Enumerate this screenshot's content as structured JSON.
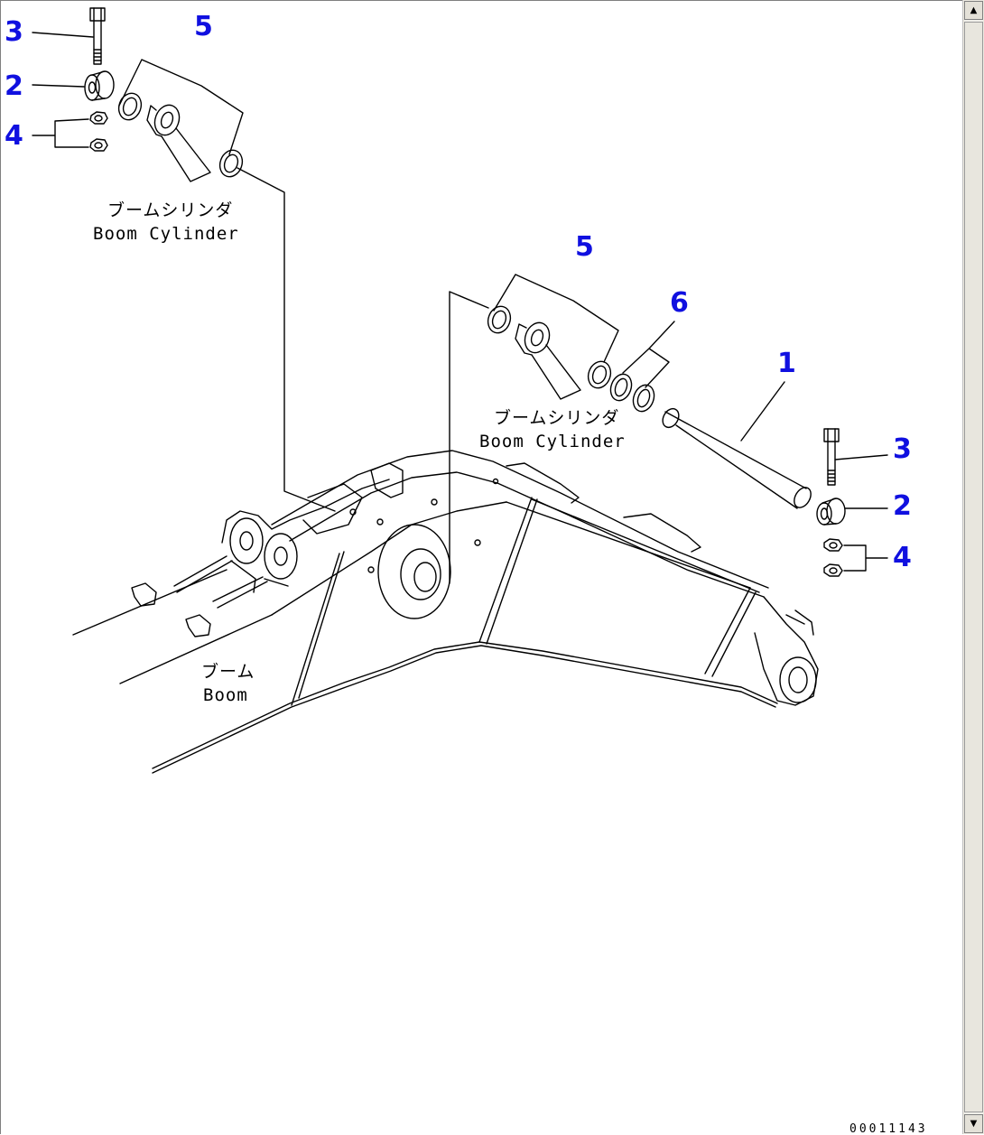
{
  "callouts": {
    "c3a": "3",
    "c2a": "2",
    "c4a": "4",
    "c5a": "5",
    "c5b": "5",
    "c6": "6",
    "c1": "1",
    "c3b": "3",
    "c2b": "2",
    "c4b": "4"
  },
  "labels": {
    "cyl1_jp": "ブームシリンダ",
    "cyl1_en": "Boom Cylinder",
    "cyl2_jp": "ブームシリンダ",
    "cyl2_en": "Boom Cylinder",
    "boom_jp": "ブーム",
    "boom_en": "Boom"
  },
  "drawing_number": "00011143",
  "scrollbar": {
    "up_icon": "▲",
    "down_icon": "▼"
  },
  "colors": {
    "callout": "#1010e0",
    "line": "#000000"
  }
}
